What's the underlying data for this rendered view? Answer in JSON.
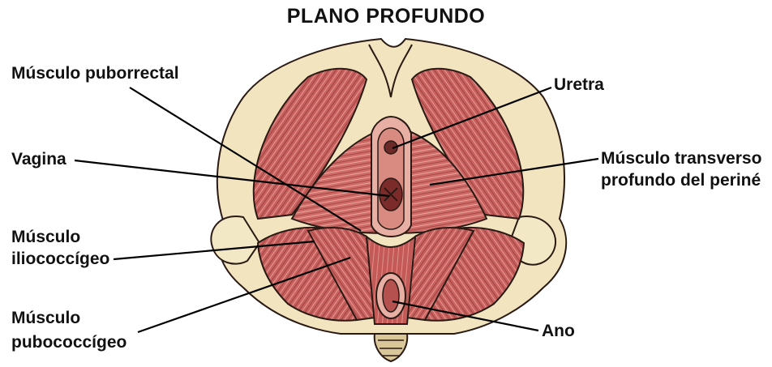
{
  "title": "PLANO PROFUNDO",
  "labels": {
    "puborrectal": "Músculo puborrectal",
    "uretra": "Uretra",
    "vagina": "Vagina",
    "transverso_1": "Músculo transverso",
    "transverso_2": "profundo del periné",
    "iliococcigeo_1": "Músculo",
    "iliococcigeo_2": "iliococcígeo",
    "pubococcigeo_1": "Músculo",
    "pubococcigeo_2": "pubococcígeo",
    "ano": "Ano"
  },
  "colors": {
    "muscle": "#c8605e",
    "muscle_dark": "#8e3a3a",
    "muscle_light": "#e59a94",
    "bone": "#f1e4bf",
    "bone_shadow": "#cdb88a",
    "outline": "#2a1a14",
    "leader": "#000000"
  }
}
